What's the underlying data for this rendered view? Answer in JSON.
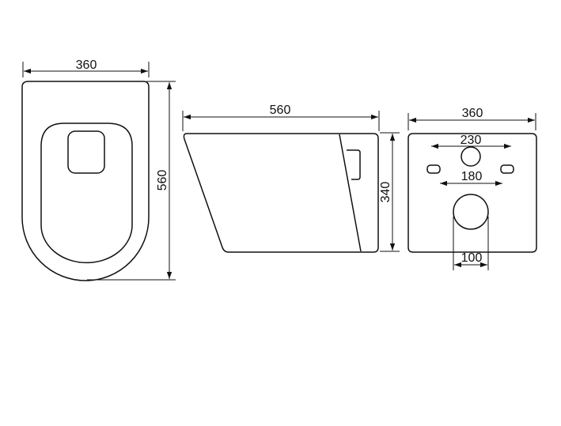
{
  "top_view": {
    "width_label": "360",
    "depth_label": "560"
  },
  "side_view": {
    "length_label": "560",
    "height_label": "340"
  },
  "rear_view": {
    "width_label": "360",
    "bolt_spacing_label": "230",
    "fixing_spacing_label": "180",
    "outlet_label": "100"
  },
  "colors": {
    "line": "#111111",
    "background": "#ffffff"
  }
}
